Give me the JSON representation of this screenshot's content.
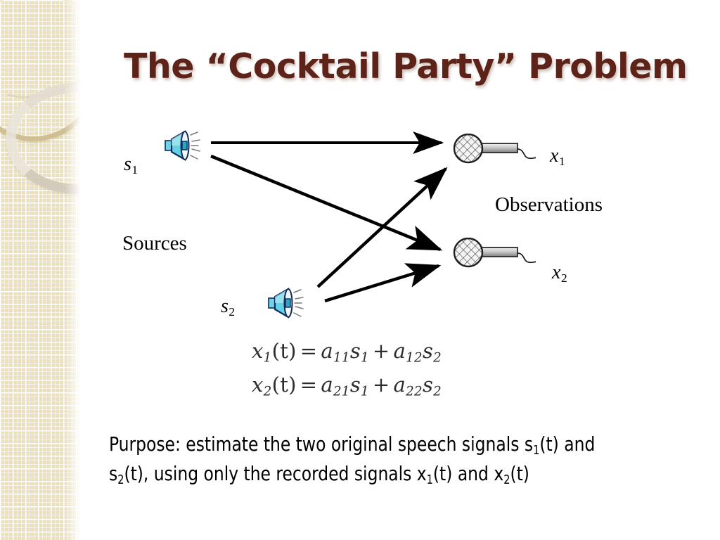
{
  "slide": {
    "title": "The “Cocktail Party” Problem",
    "background_color": "#ffffff",
    "title_color": "#5e2318",
    "border_color": "#ece0bb"
  },
  "diagram": {
    "sources_label": "Sources",
    "observations_label": "Observations",
    "source_1_label": "s",
    "source_1_sub": "1",
    "source_2_label": "s",
    "source_2_sub": "2",
    "observation_1_label": "x",
    "observation_1_sub": "1",
    "observation_2_label": "x",
    "observation_2_sub": "2",
    "speaker_icon": "speaker-icon",
    "microphone_icon": "microphone-icon",
    "arrows": [
      {
        "name": "arrow-s1-to-x1",
        "from": "s1",
        "to": "x1"
      },
      {
        "name": "arrow-s1-to-x2",
        "from": "s1",
        "to": "x2"
      },
      {
        "name": "arrow-s2-to-x1",
        "from": "s2",
        "to": "x1"
      },
      {
        "name": "arrow-s2-to-x2",
        "from": "s2",
        "to": "x2"
      }
    ]
  },
  "equations": {
    "eq1": {
      "lhs_var": "x",
      "lhs_sub": "1",
      "arg": "(t)",
      "eq": "=",
      "t1_coef": "a",
      "t1_coef_sub": "11",
      "t1_var": "s",
      "t1_var_sub": "1",
      "plus": "+",
      "t2_coef": "a",
      "t2_coef_sub": "12",
      "t2_var": "s",
      "t2_var_sub": "2"
    },
    "eq2": {
      "lhs_var": "x",
      "lhs_sub": "2",
      "arg": "(t)",
      "eq": "=",
      "t1_coef": "a",
      "t1_coef_sub": "21",
      "t1_var": "s",
      "t1_var_sub": "1",
      "plus": "+",
      "t2_coef": "a",
      "t2_coef_sub": "22",
      "t2_var": "s",
      "t2_var_sub": "2"
    }
  },
  "purpose": {
    "line1_a": "Purpose: estimate the two original speech signals s",
    "line1_sub": "1",
    "line1_b": "(t) and",
    "line2_a": "s",
    "line2_sub1": "2",
    "line2_b": "(t), using only the recorded signals x",
    "line2_sub2": "1",
    "line2_c": "(t)  and x",
    "line2_sub3": "2",
    "line2_d": "(t)"
  }
}
